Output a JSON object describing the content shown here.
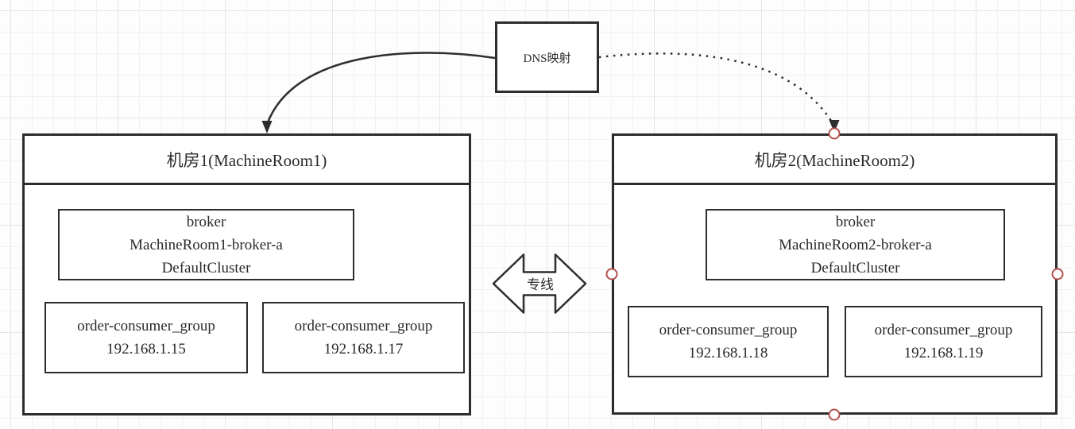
{
  "colors": {
    "stroke": "#2d2d2d",
    "text": "#2b2b2b",
    "connection_point": "#b0504d",
    "box_fill": "#ffffff"
  },
  "dns": {
    "label": "DNS映射"
  },
  "link": {
    "label": "专线"
  },
  "rooms": [
    {
      "title": "机房1(MachineRoom1)",
      "broker": {
        "line1": "broker",
        "line2": "MachineRoom1-broker-a",
        "line3": "DefaultCluster"
      },
      "consumers": [
        {
          "name": "order-consumer_group",
          "ip": "192.168.1.15"
        },
        {
          "name": "order-consumer_group",
          "ip": "192.168.1.17"
        }
      ]
    },
    {
      "title": "机房2(MachineRoom2)",
      "broker": {
        "line1": "broker",
        "line2": "MachineRoom2-broker-a",
        "line3": "DefaultCluster"
      },
      "consumers": [
        {
          "name": "order-consumer_group",
          "ip": "192.168.1.18"
        },
        {
          "name": "order-consumer_group",
          "ip": "192.168.1.19"
        }
      ]
    }
  ]
}
